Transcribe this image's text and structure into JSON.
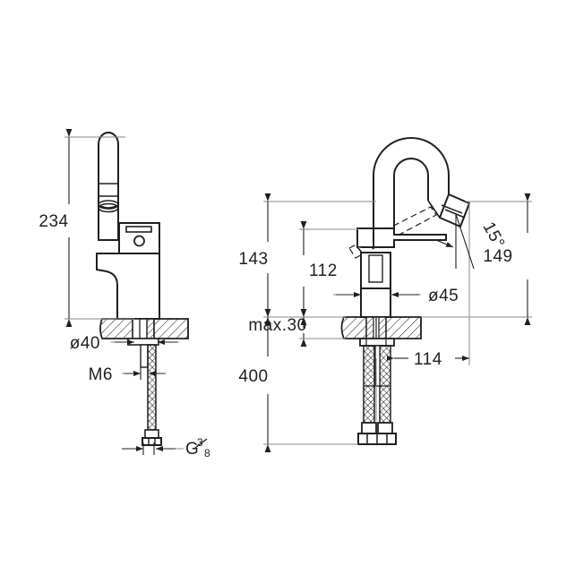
{
  "document": {
    "type": "technical-drawing",
    "subject": "basin mixer faucet dimensional drawing",
    "background_color": "#ffffff",
    "line_color": "#231f20",
    "thin_line_color": "#8a8a8a"
  },
  "views": [
    {
      "id": "front-view",
      "name": "Front view",
      "position": "left"
    },
    {
      "id": "side-view",
      "name": "Side view",
      "position": "right"
    }
  ],
  "dimensions": {
    "front_view": [
      {
        "id": "height-total",
        "label": "234",
        "orientation": "vertical",
        "name": "dimension-234"
      },
      {
        "id": "shank-diameter",
        "label": "ø40",
        "orientation": "horizontal",
        "name": "dimension-d40"
      },
      {
        "id": "screw-size",
        "label": "M6",
        "orientation": "horizontal",
        "name": "dimension-m6"
      },
      {
        "id": "hose-thread",
        "label": "G",
        "fraction_numerator": "3",
        "fraction_denominator": "8",
        "orientation": "horizontal",
        "name": "dimension-g38"
      }
    ],
    "side_view": [
      {
        "id": "spout-height",
        "label": "143",
        "orientation": "vertical",
        "name": "dimension-143"
      },
      {
        "id": "handle-height",
        "label": "112",
        "orientation": "vertical",
        "name": "dimension-112"
      },
      {
        "id": "reach-height",
        "label": "149",
        "orientation": "vertical",
        "name": "dimension-149"
      },
      {
        "id": "body-diameter",
        "label": "ø45",
        "orientation": "horizontal",
        "name": "dimension-d45"
      },
      {
        "id": "counter-thickness",
        "label": "max.30",
        "orientation": "vertical",
        "name": "dimension-max30"
      },
      {
        "id": "hose-length",
        "label": "400",
        "orientation": "vertical",
        "name": "dimension-400"
      },
      {
        "id": "spout-reach",
        "label": "114",
        "orientation": "horizontal",
        "name": "dimension-114"
      },
      {
        "id": "outlet-angle",
        "label": "15°",
        "orientation": "angular",
        "name": "dimension-15deg"
      }
    ]
  }
}
